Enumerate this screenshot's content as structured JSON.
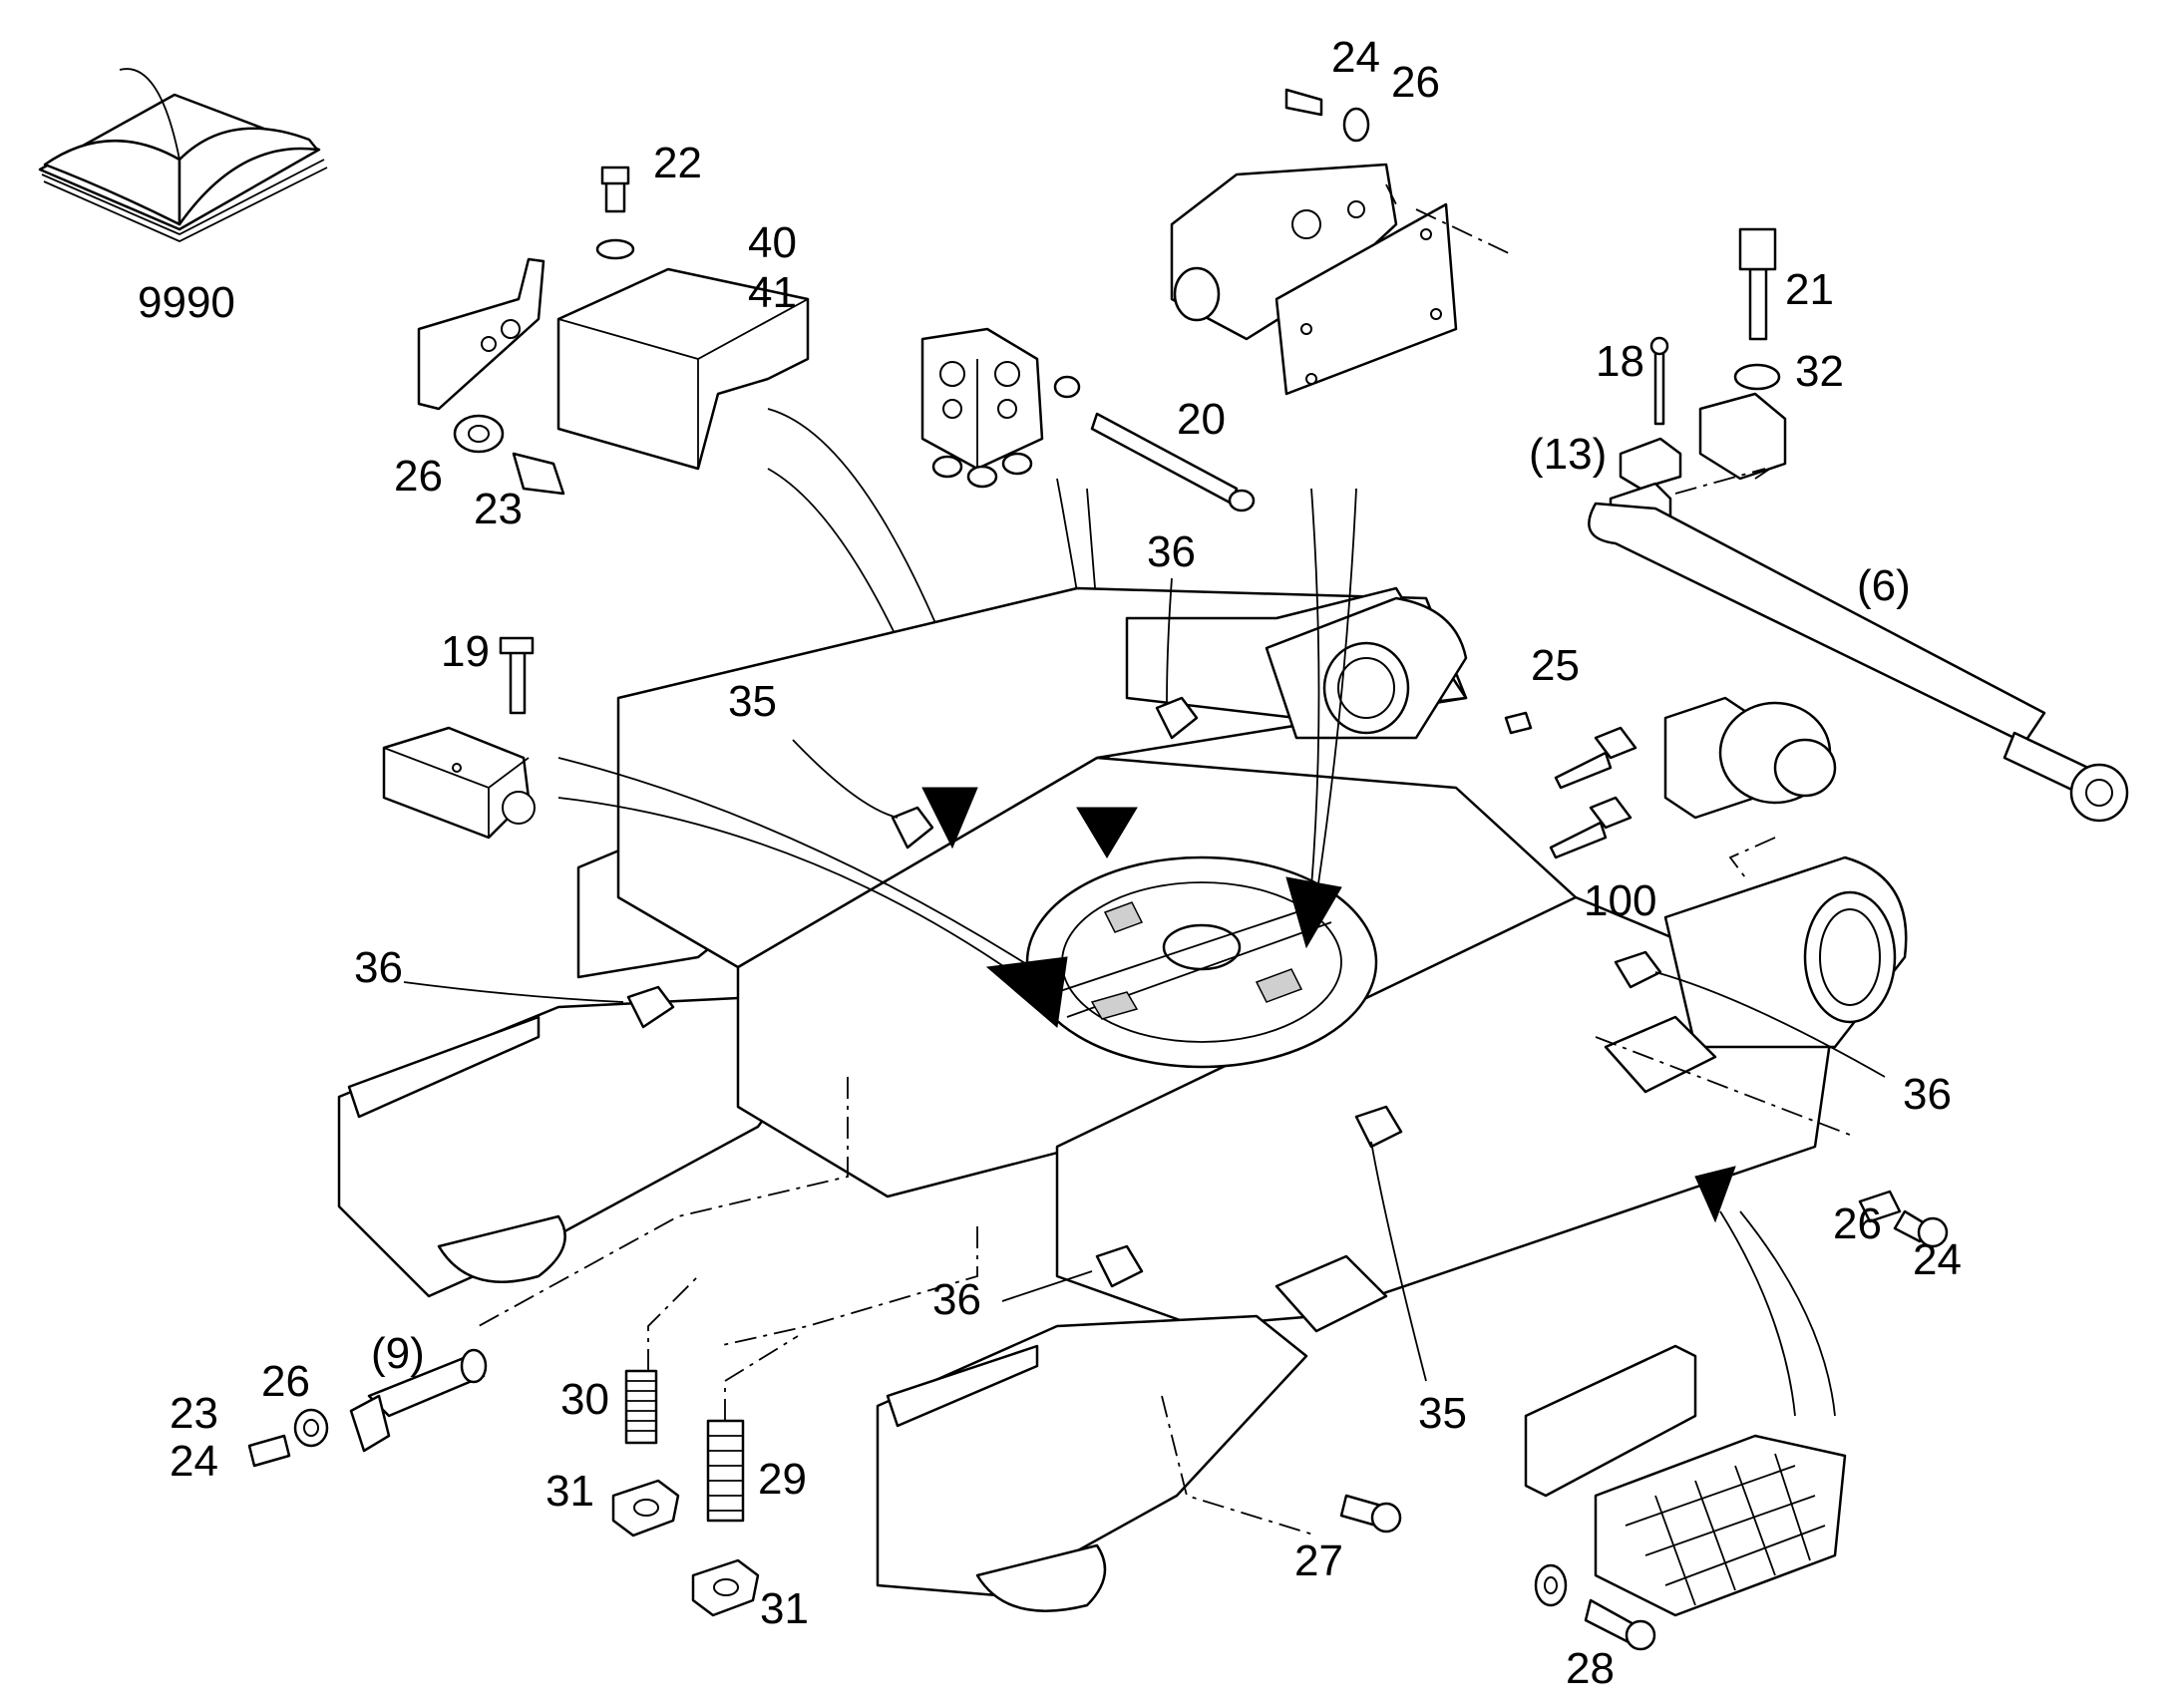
{
  "labels": {
    "manual": "9990",
    "l22": "22",
    "l40": "40",
    "l41": "41",
    "l26a": "26",
    "l23a": "23",
    "l24a": "24",
    "l26b": "26",
    "l21": "21",
    "l18": "18",
    "l32": "32",
    "l13": "(13)",
    "l6": "(6)",
    "l20": "20",
    "l36a": "36",
    "l25": "25",
    "l19": "19",
    "l35a": "35",
    "l100": "100",
    "l36b": "36",
    "l36c": "36",
    "l26c": "26",
    "l24b": "24",
    "l36d": "36",
    "l35b": "35",
    "l23b": "23",
    "l24c": "24",
    "l26d": "26",
    "l9": "(9)",
    "l30": "30",
    "l31a": "31",
    "l29": "29",
    "l31b": "31",
    "l27": "27",
    "l28": "28"
  }
}
